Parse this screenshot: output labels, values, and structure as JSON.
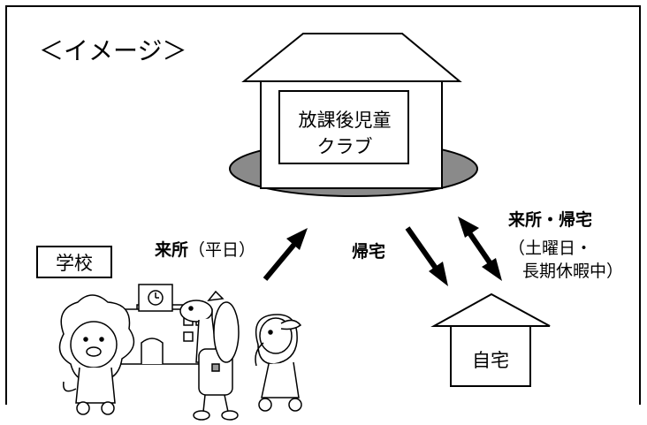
{
  "title": "＜イメージ＞",
  "club": {
    "line1": "放課後児童",
    "line2": "クラブ"
  },
  "school": {
    "label": "学校"
  },
  "home": {
    "label": "自宅"
  },
  "arrows": {
    "weekday_bold": "来所",
    "weekday_rest": "（平日）",
    "return_bold": "帰宅",
    "both_bold": "来所・帰宅",
    "both_line2": "（土曜日・",
    "both_line3": "長期休暇中）"
  },
  "colors": {
    "ellipse_fill": "#8a8a8a",
    "stroke": "#000000",
    "background": "#ffffff"
  },
  "icons": [
    "house-icon",
    "school-building-icon",
    "lion-character",
    "giraffe-character",
    "elephant-character"
  ]
}
